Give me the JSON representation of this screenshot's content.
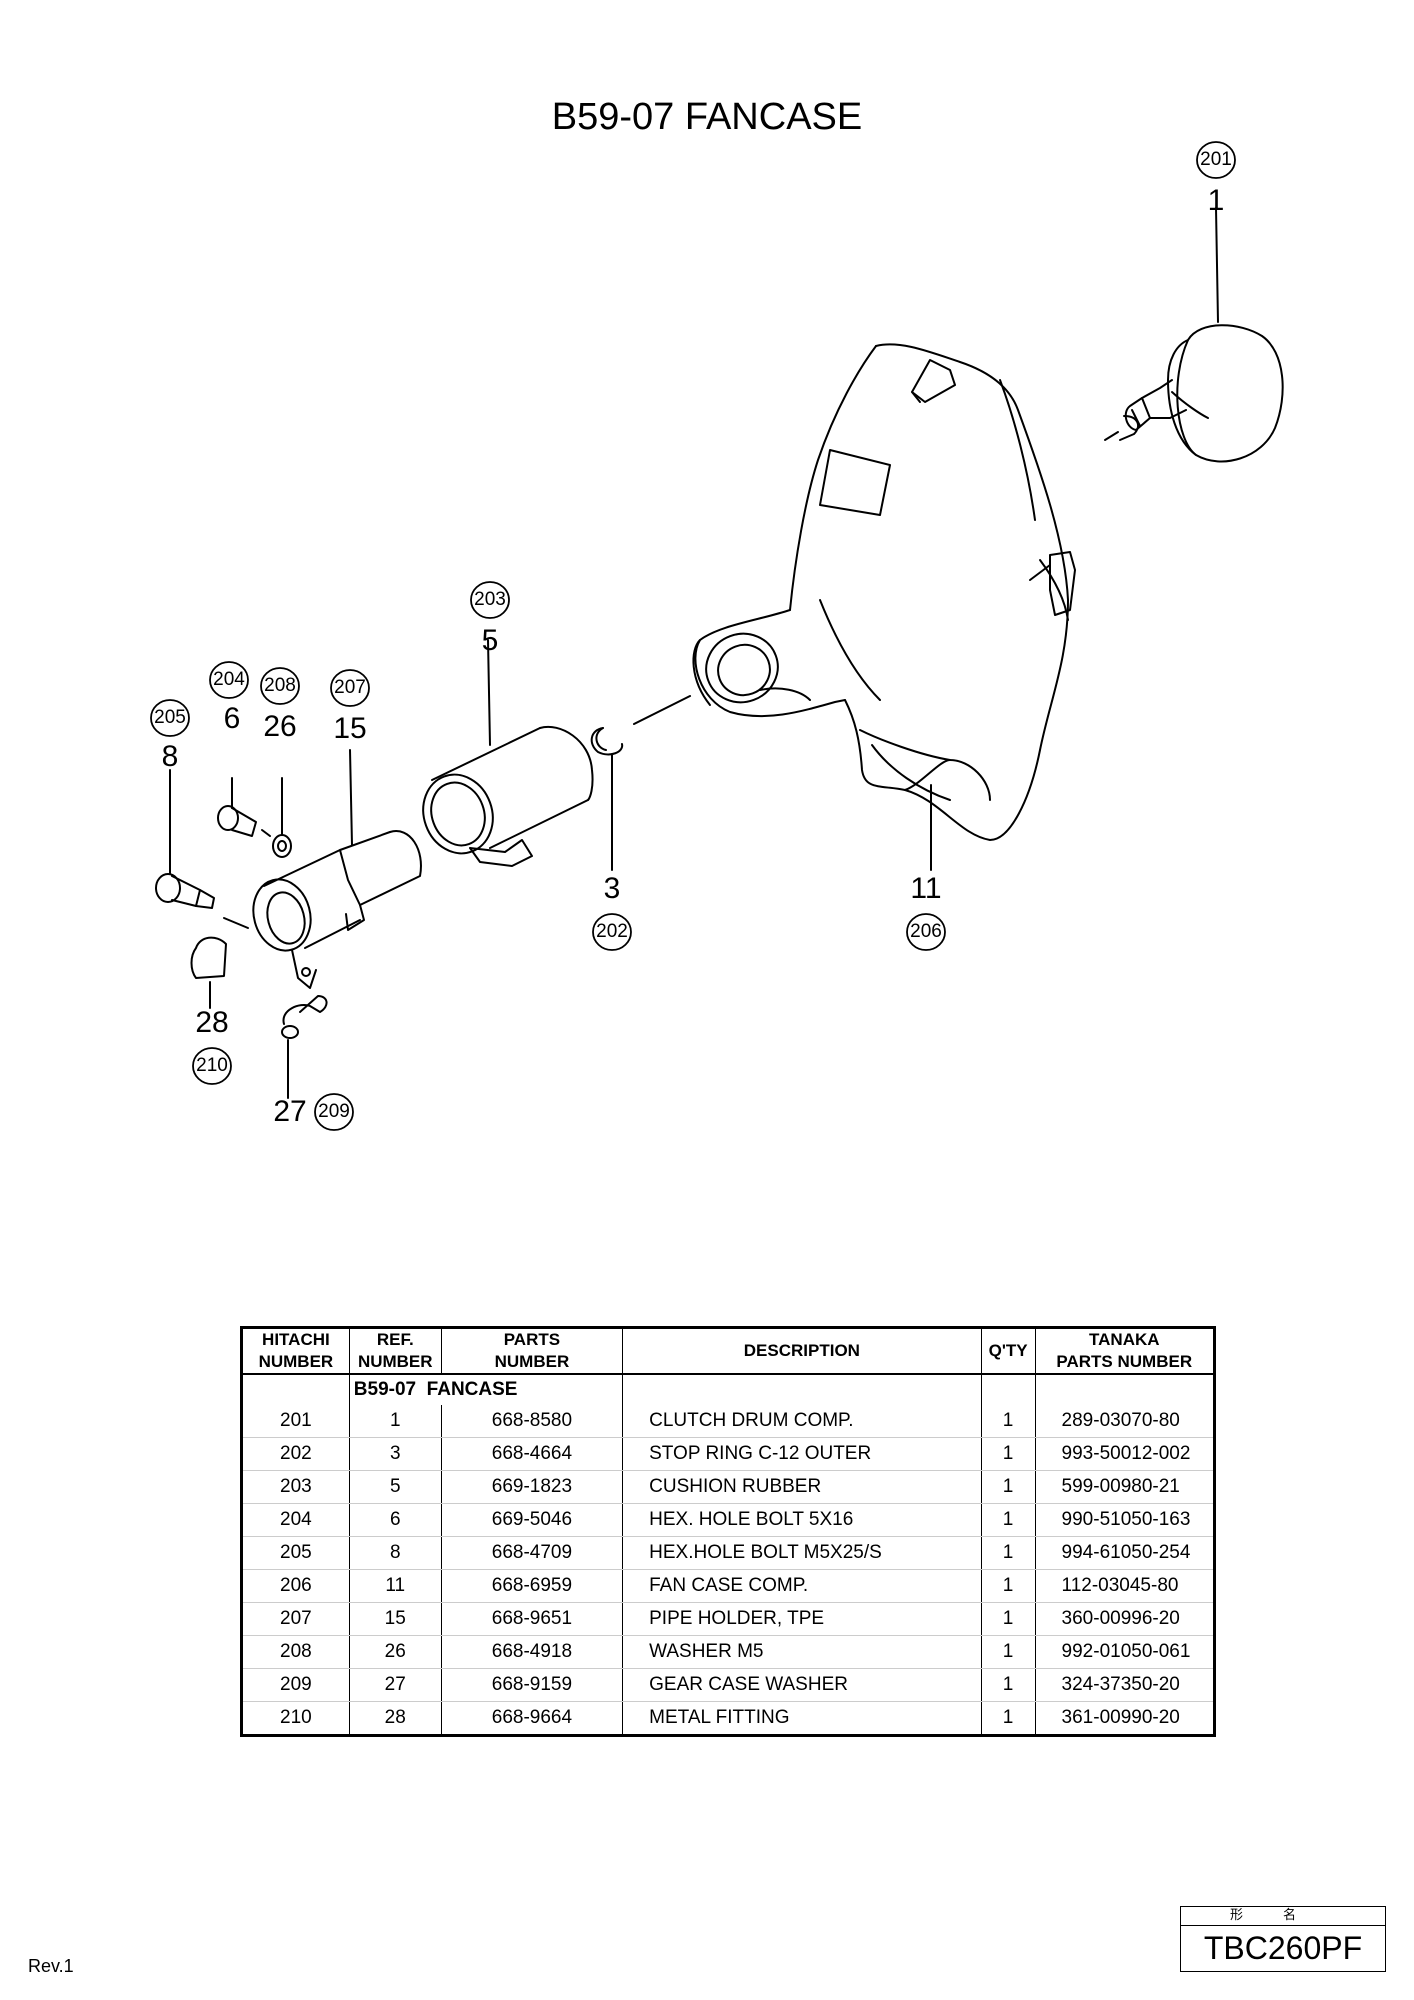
{
  "title": "B59-07 FANCASE",
  "callouts": [
    {
      "ref": "1",
      "hitachi": "201"
    },
    {
      "ref": "3",
      "hitachi": "202"
    },
    {
      "ref": "5",
      "hitachi": "203"
    },
    {
      "ref": "6",
      "hitachi": "204"
    },
    {
      "ref": "8",
      "hitachi": "205"
    },
    {
      "ref": "11",
      "hitachi": "206"
    },
    {
      "ref": "15",
      "hitachi": "207"
    },
    {
      "ref": "26",
      "hitachi": "208"
    },
    {
      "ref": "27",
      "hitachi": "209"
    },
    {
      "ref": "28",
      "hitachi": "210"
    }
  ],
  "table": {
    "headers": {
      "hitachi": [
        "HITACHI",
        "NUMBER"
      ],
      "ref": [
        "REF.",
        "NUMBER"
      ],
      "parts": [
        "PARTS",
        "NUMBER"
      ],
      "description": "DESCRIPTION",
      "qty": "Q'TY",
      "tanaka": [
        "TANAKA",
        "PARTS NUMBER"
      ]
    },
    "group_label": "B59-07  FANCASE",
    "rows": [
      {
        "hitachi": "201",
        "ref": "1",
        "parts": "668-8580",
        "description": "CLUTCH DRUM COMP.",
        "qty": "1",
        "tanaka": "289-03070-80"
      },
      {
        "hitachi": "202",
        "ref": "3",
        "parts": "668-4664",
        "description": "STOP RING C-12 OUTER",
        "qty": "1",
        "tanaka": "993-50012-002"
      },
      {
        "hitachi": "203",
        "ref": "5",
        "parts": "669-1823",
        "description": "CUSHION RUBBER",
        "qty": "1",
        "tanaka": "599-00980-21"
      },
      {
        "hitachi": "204",
        "ref": "6",
        "parts": "669-5046",
        "description": "HEX. HOLE BOLT 5X16",
        "qty": "1",
        "tanaka": "990-51050-163"
      },
      {
        "hitachi": "205",
        "ref": "8",
        "parts": "668-4709",
        "description": "HEX.HOLE BOLT M5X25/S",
        "qty": "1",
        "tanaka": "994-61050-254"
      },
      {
        "hitachi": "206",
        "ref": "11",
        "parts": "668-6959",
        "description": "FAN CASE COMP.",
        "qty": "1",
        "tanaka": "112-03045-80"
      },
      {
        "hitachi": "207",
        "ref": "15",
        "parts": "668-9651",
        "description": "PIPE HOLDER, TPE",
        "qty": "1",
        "tanaka": "360-00996-20"
      },
      {
        "hitachi": "208",
        "ref": "26",
        "parts": "668-4918",
        "description": "WASHER M5",
        "qty": "1",
        "tanaka": "992-01050-061"
      },
      {
        "hitachi": "209",
        "ref": "27",
        "parts": "668-9159",
        "description": "GEAR CASE WASHER",
        "qty": "1",
        "tanaka": "324-37350-20"
      },
      {
        "hitachi": "210",
        "ref": "28",
        "parts": "668-9664",
        "description": "METAL FITTING",
        "qty": "1",
        "tanaka": "361-00990-20"
      }
    ]
  },
  "footer": {
    "revision": "Rev.1",
    "model_label": "形名",
    "model_name": "TBC260PF"
  }
}
